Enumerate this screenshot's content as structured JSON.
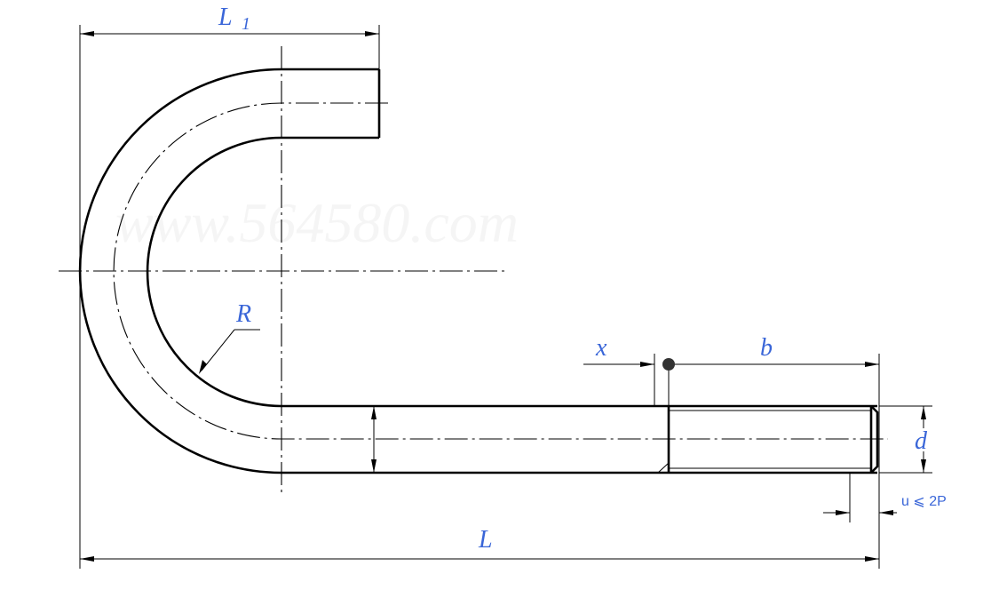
{
  "watermark": "www.564580.com",
  "labels": {
    "L1_main": "L",
    "L1_sub": "1",
    "R": "R",
    "x": "x",
    "b": "b",
    "d": "d",
    "u_note": "u ⩽ 2P",
    "L": "L"
  },
  "colors": {
    "label": "#3a66d8",
    "line": "#000000",
    "background": "#ffffff"
  }
}
